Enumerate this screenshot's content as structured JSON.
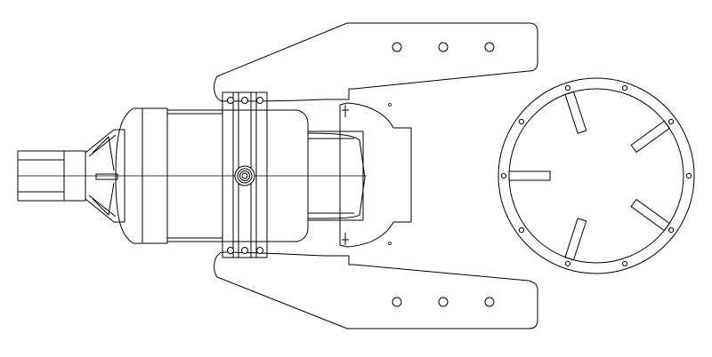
{
  "drawing": {
    "subject": "engine-mount-assembly-top-view",
    "line_color": "#000000",
    "background_color": "#ffffff"
  },
  "parts": {
    "mount_plate_upper_holes": 3,
    "mount_plate_lower_holes": 3,
    "clamp_bolts_per_side": 3,
    "ring_outer_holes": 10,
    "ring_tabs": 5
  }
}
